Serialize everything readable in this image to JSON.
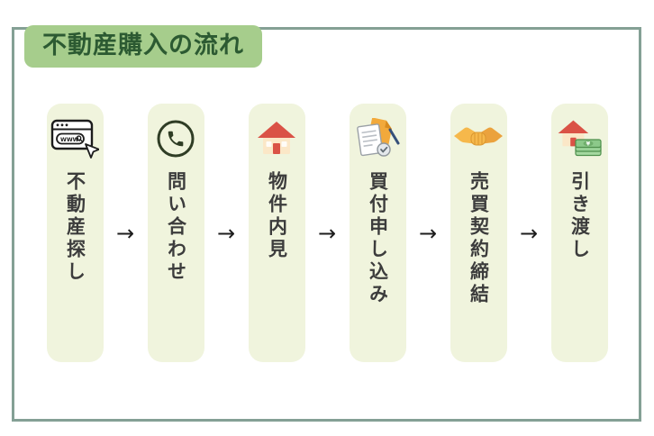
{
  "title": "不動産購入の流れ",
  "arrow": "→",
  "steps": [
    {
      "label": "不動産探し",
      "icon": "browser-search-icon"
    },
    {
      "label": "問い合わせ",
      "icon": "phone-circle-icon"
    },
    {
      "label": "物件内見",
      "icon": "house-icon"
    },
    {
      "label": "買付申し込み",
      "icon": "documents-pen-icon"
    },
    {
      "label": "売買契約締結",
      "icon": "handshake-icon"
    },
    {
      "label": "引き渡し",
      "icon": "house-money-icon"
    }
  ],
  "colors": {
    "frame_border": "#84a095",
    "title_bg": "#a6cd8c",
    "title_text": "#2c5a32",
    "card_bg": "#f0f4dd",
    "step_text": "#3c3c3c",
    "arrow": "#1c1c1c"
  }
}
